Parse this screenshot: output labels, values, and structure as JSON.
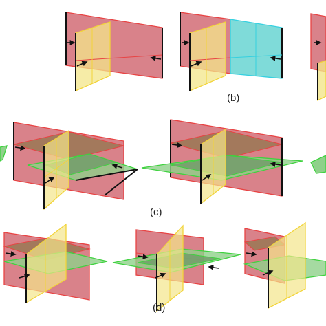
{
  "labels": {
    "b": "(b)",
    "c": "(c)",
    "d": "(d)"
  },
  "colors": {
    "red_fill": "#d9828a",
    "red_edge": "#e84343",
    "yellow_fill": "#f3e68a",
    "yellow_edge": "#f2d43a",
    "cyan_fill": "#7fdbd9",
    "cyan_edge": "#35d0e0",
    "green_fill": "#8fd18a",
    "green_edge": "#3fd23f",
    "black_edge": "#111111"
  }
}
